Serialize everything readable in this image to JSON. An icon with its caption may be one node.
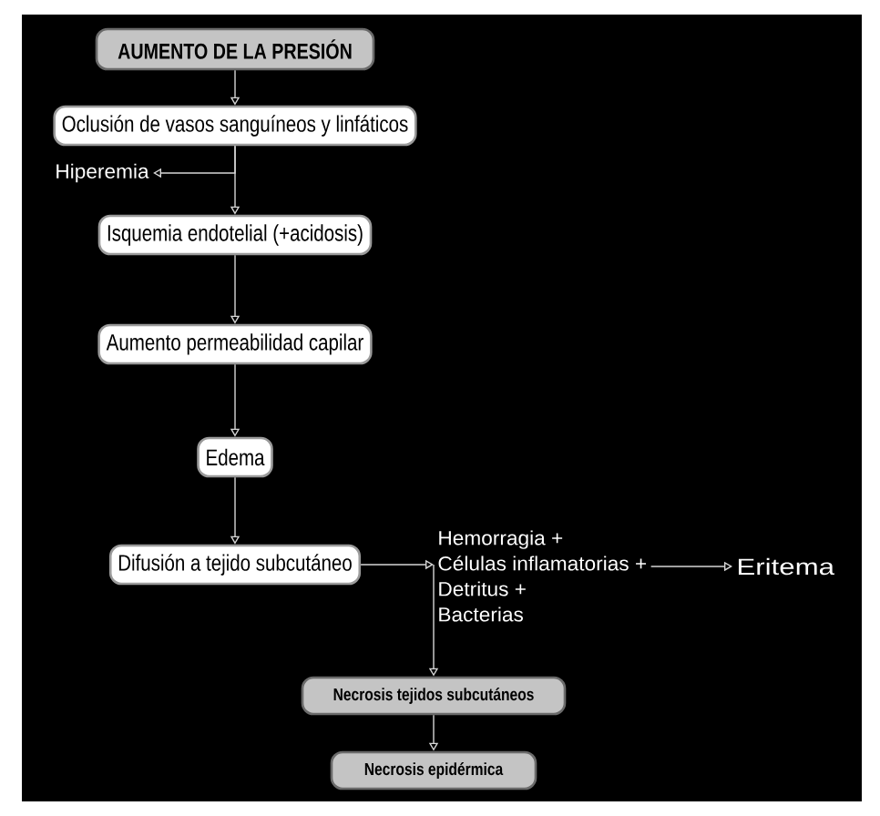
{
  "diagram": {
    "nodes": [
      {
        "text": [
          "AUMENTO DE LA PRESIÓN"
        ]
      },
      {
        "text": [
          "Oclusión de vasos sanguíneos y linfáticos"
        ]
      },
      {
        "text": [
          "Hiperemia"
        ]
      },
      {
        "text": [
          "Isquemia endotelial (+acidosis)"
        ]
      },
      {
        "text": [
          "Aumento permeabilidad capilar"
        ]
      },
      {
        "text": [
          "Edema"
        ]
      },
      {
        "text": [
          "Difusión a tejido subcutáneo"
        ]
      },
      {
        "text": [
          "Hemorragia +",
          "Células inflamatorias +",
          "Detritus +",
          "Bacterias"
        ]
      },
      {
        "text": [
          "Eritema"
        ]
      },
      {
        "text": [
          "Necrosis tejidos subcutáneos"
        ]
      },
      {
        "text": [
          "Necrosis epidérmica"
        ]
      }
    ],
    "edges": [
      {
        "from": 0,
        "to": 1,
        "arrow": "to"
      },
      {
        "from": 1,
        "to": 2,
        "arrow": "to"
      },
      {
        "from": 1,
        "to": 3,
        "arrow": "to"
      },
      {
        "from": 3,
        "to": 4,
        "arrow": "to"
      },
      {
        "from": 4,
        "to": 5,
        "arrow": "to"
      },
      {
        "from": 5,
        "to": 6,
        "arrow": "to"
      },
      {
        "from": 6,
        "to": 7,
        "arrow": "to"
      },
      {
        "from": 7,
        "to": 8,
        "arrow": "to"
      },
      {
        "from": 7,
        "to": 9,
        "arrow": "to"
      },
      {
        "from": 9,
        "to": 10,
        "arrow": "to"
      }
    ]
  }
}
